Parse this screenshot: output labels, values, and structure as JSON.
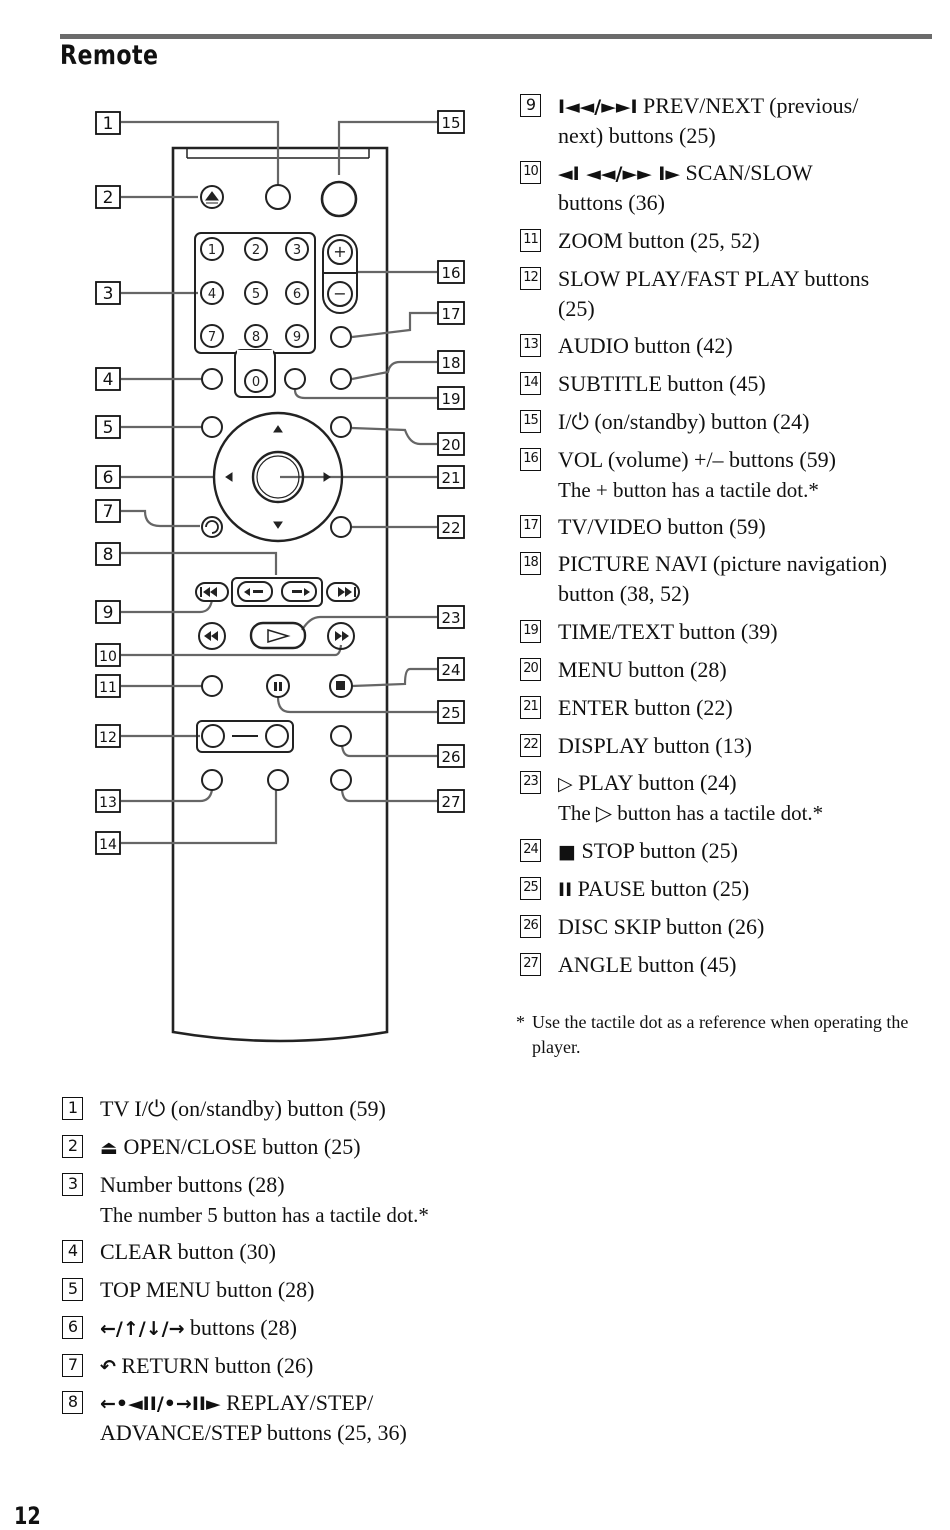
{
  "page": {
    "section_title": "Remote",
    "page_number": "12"
  },
  "callouts": [
    "1",
    "2",
    "3",
    "4",
    "5",
    "6",
    "7",
    "8",
    "9",
    "10",
    "11",
    "12",
    "13",
    "14",
    "15",
    "16",
    "17",
    "18",
    "19",
    "20",
    "21",
    "22",
    "23",
    "24",
    "25",
    "26",
    "27"
  ],
  "number_pad": [
    "1",
    "2",
    "3",
    "4",
    "5",
    "6",
    "7",
    "8",
    "9",
    "0"
  ],
  "volume_signs": {
    "plus": "+",
    "minus": "−"
  },
  "legend_left": [
    {
      "num": "1",
      "glyph": "",
      "text": "TV I/⏻ (on/standby) button (59)",
      "note": ""
    },
    {
      "num": "2",
      "glyph": "⏏",
      "text": " OPEN/CLOSE button (25)",
      "note": ""
    },
    {
      "num": "3",
      "glyph": "",
      "text": "Number buttons (28)",
      "note": "The number 5 button has a tactile dot.*"
    },
    {
      "num": "4",
      "glyph": "",
      "text": "CLEAR button (30)",
      "note": ""
    },
    {
      "num": "5",
      "glyph": "",
      "text": "TOP MENU button (28)",
      "note": ""
    },
    {
      "num": "6",
      "glyph": "←/↑/↓/→",
      "text": " buttons (28)",
      "note": ""
    },
    {
      "num": "7",
      "glyph": "↶",
      "text": " RETURN button (26)",
      "note": ""
    },
    {
      "num": "8",
      "glyph": "←•◄II/•→II►",
      "text": " REPLAY/STEP/",
      "note": "ADVANCE/STEP buttons (25, 36)"
    }
  ],
  "legend_right": [
    {
      "num": "9",
      "glyph": "I◄◄/►►I",
      "text": " PREV/NEXT (previous/",
      "note": "next) buttons (25)"
    },
    {
      "num": "10",
      "glyph": "◄I ◄◄/►► I►",
      "text": " SCAN/SLOW",
      "note": "buttons (36)"
    },
    {
      "num": "11",
      "glyph": "",
      "text": "ZOOM button (25, 52)",
      "note": ""
    },
    {
      "num": "12",
      "glyph": "",
      "text": "SLOW PLAY/FAST PLAY buttons",
      "note": "(25)"
    },
    {
      "num": "13",
      "glyph": "",
      "text": "AUDIO button (42)",
      "note": ""
    },
    {
      "num": "14",
      "glyph": "",
      "text": "SUBTITLE button (45)",
      "note": ""
    },
    {
      "num": "15",
      "glyph": "",
      "text": "I/⏻ (on/standby) button (24)",
      "note": ""
    },
    {
      "num": "16",
      "glyph": "",
      "text": "VOL (volume) +/– buttons (59)",
      "note": "The + button has a tactile dot.*"
    },
    {
      "num": "17",
      "glyph": "",
      "text": "TV/VIDEO button (59)",
      "note": ""
    },
    {
      "num": "18",
      "glyph": "",
      "text": "PICTURE NAVI (picture navigation)",
      "note": "button (38, 52)"
    },
    {
      "num": "19",
      "glyph": "",
      "text": "TIME/TEXT button (39)",
      "note": ""
    },
    {
      "num": "20",
      "glyph": "",
      "text": "MENU button (28)",
      "note": ""
    },
    {
      "num": "21",
      "glyph": "",
      "text": "ENTER button (22)",
      "note": ""
    },
    {
      "num": "22",
      "glyph": "",
      "text": "DISPLAY button (13)",
      "note": ""
    },
    {
      "num": "23",
      "glyph": "▷",
      "text": " PLAY button (24)",
      "note": "The ▷ button has a tactile dot.*"
    },
    {
      "num": "24",
      "glyph": "■",
      "text": " STOP button (25)",
      "note": ""
    },
    {
      "num": "25",
      "glyph": "II",
      "text": " PAUSE button (25)",
      "note": ""
    },
    {
      "num": "26",
      "glyph": "",
      "text": "DISC SKIP button (26)",
      "note": ""
    },
    {
      "num": "27",
      "glyph": "",
      "text": "ANGLE button (45)",
      "note": ""
    }
  ],
  "footnote": {
    "mark": "*",
    "text": "Use the tactile dot as a reference when operating the player."
  }
}
